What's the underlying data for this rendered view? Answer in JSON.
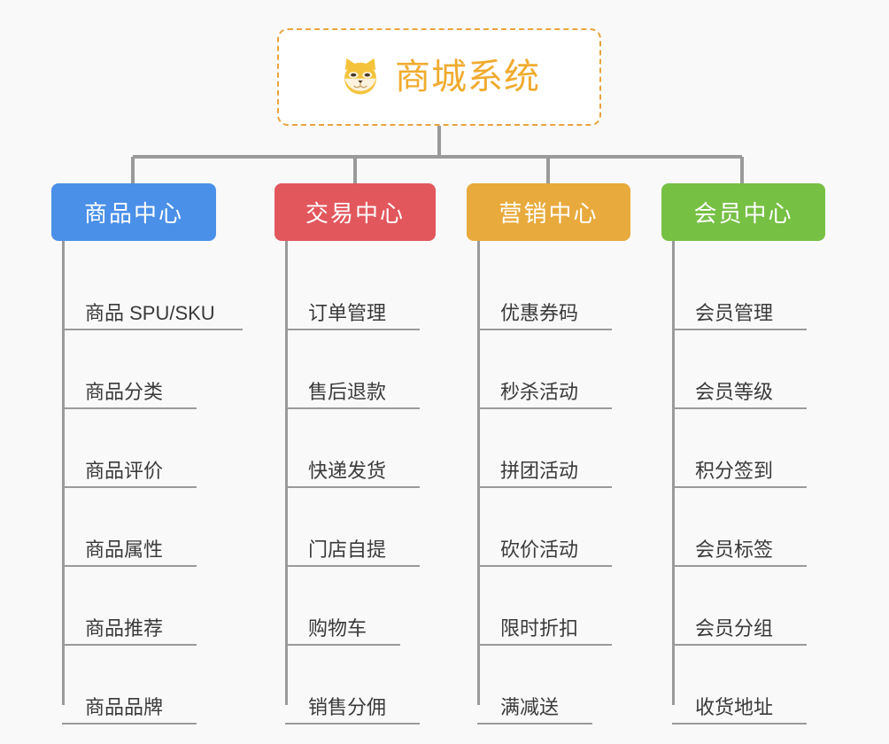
{
  "background_color": "#f9f9f9",
  "root": {
    "title": "商城系统",
    "icon": "shiba-dog-face-icon",
    "text_color": "#f0ab2e",
    "border_color": "#e8a33d",
    "background": "#ffffff"
  },
  "connector_color": "#9a9a9a",
  "columns": [
    {
      "id": "product-center",
      "label": "商品中心",
      "color": "#4a90e8",
      "items": [
        {
          "label": "商品 SPU/SKU",
          "rule_width": 204
        },
        {
          "label": "商品分类",
          "rule_width": 152
        },
        {
          "label": "商品评价",
          "rule_width": 152
        },
        {
          "label": "商品属性",
          "rule_width": 152
        },
        {
          "label": "商品推荐",
          "rule_width": 152
        },
        {
          "label": "商品品牌",
          "rule_width": 152
        }
      ]
    },
    {
      "id": "trade-center",
      "label": "交易中心",
      "color": "#e2575c",
      "items": [
        {
          "label": "订单管理",
          "rule_width": 152
        },
        {
          "label": "售后退款",
          "rule_width": 152
        },
        {
          "label": "快递发货",
          "rule_width": 152
        },
        {
          "label": "门店自提",
          "rule_width": 152
        },
        {
          "label": "购物车",
          "rule_width": 130
        },
        {
          "label": "销售分佣",
          "rule_width": 152
        }
      ]
    },
    {
      "id": "marketing-center",
      "label": "营销中心",
      "color": "#e8aa3c",
      "items": [
        {
          "label": "优惠券码",
          "rule_width": 152
        },
        {
          "label": "秒杀活动",
          "rule_width": 152
        },
        {
          "label": "拼团活动",
          "rule_width": 152
        },
        {
          "label": "砍价活动",
          "rule_width": 152
        },
        {
          "label": "限时折扣",
          "rule_width": 152
        },
        {
          "label": "满减送",
          "rule_width": 130
        }
      ]
    },
    {
      "id": "member-center",
      "label": "会员中心",
      "color": "#76c044",
      "items": [
        {
          "label": "会员管理",
          "rule_width": 152
        },
        {
          "label": "会员等级",
          "rule_width": 152
        },
        {
          "label": "积分签到",
          "rule_width": 152
        },
        {
          "label": "会员标签",
          "rule_width": 152
        },
        {
          "label": "会员分组",
          "rule_width": 152
        },
        {
          "label": "收货地址",
          "rule_width": 152
        }
      ]
    }
  ]
}
